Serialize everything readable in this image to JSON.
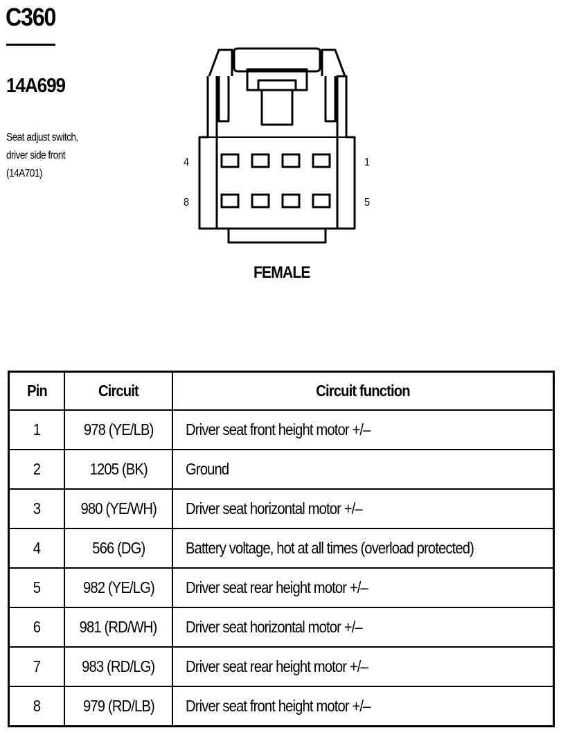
{
  "connector": {
    "id": "C360",
    "part_number": "14A699",
    "description_lines": [
      "Seat adjust switch,",
      "driver side front",
      "(14A701)"
    ],
    "gender": "FEMALE",
    "pin_labels": {
      "top_left": "4",
      "top_right": "1",
      "bottom_left": "8",
      "bottom_right": "5"
    }
  },
  "table": {
    "headers": {
      "pin": "Pin",
      "circuit": "Circuit",
      "function": "Circuit function"
    },
    "rows": [
      {
        "pin": "1",
        "circuit": "978 (YE/LB)",
        "function": "Driver seat front height motor  +/–"
      },
      {
        "pin": "2",
        "circuit": "1205 (BK)",
        "function": "Ground"
      },
      {
        "pin": "3",
        "circuit": "980 (YE/WH)",
        "function": "Driver seat horizontal motor  +/–"
      },
      {
        "pin": "4",
        "circuit": "566 (DG)",
        "function": "Battery voltage, hot at all times (overload protected)"
      },
      {
        "pin": "5",
        "circuit": "982 (YE/LG)",
        "function": "Driver seat rear height motor  +/–"
      },
      {
        "pin": "6",
        "circuit": "981 (RD/WH)",
        "function": "Driver seat horizontal motor  +/–"
      },
      {
        "pin": "7",
        "circuit": "983 (RD/LG)",
        "function": "Driver seat rear height motor  +/–"
      },
      {
        "pin": "8",
        "circuit": "979 (RD/LB)",
        "function": "Driver seat front height motor  +/–"
      }
    ]
  }
}
